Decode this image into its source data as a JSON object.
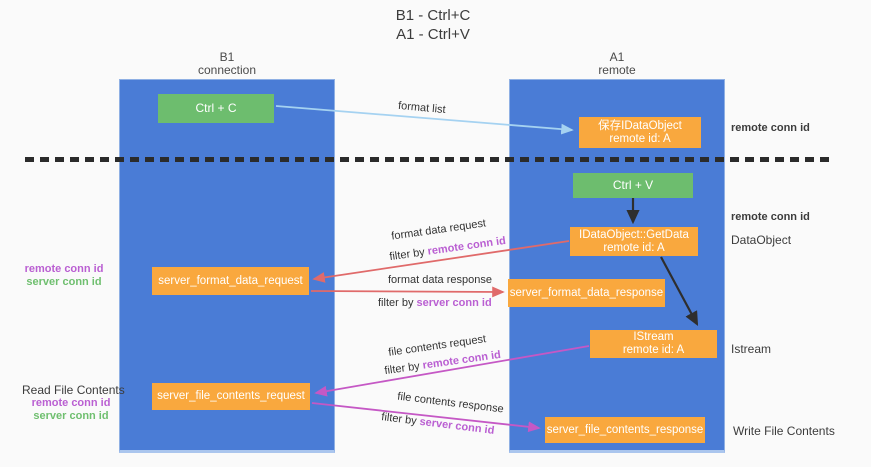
{
  "title": {
    "line1": "B1 - Ctrl+C",
    "line2": "A1 - Ctrl+V"
  },
  "columns": {
    "left": {
      "name": "B1",
      "role": "connection"
    },
    "right": {
      "name": "A1",
      "role": "remote"
    }
  },
  "nodes": {
    "ctrl_c": "Ctrl + C",
    "ctrl_v": "Ctrl + V",
    "save_idataobject": {
      "line1": "保存IDataObject",
      "line2": "remote id: A"
    },
    "getdata": {
      "line1": "IDataObject::GetData",
      "line2": "remote id: A"
    },
    "istream": {
      "line1": "IStream",
      "line2": "remote id: A"
    },
    "server_format_data_request": "server_format_data_request",
    "server_format_data_response": "server_format_data_response",
    "server_file_contents_request": "server_file_contents_request",
    "server_file_contents_response": "server_file_contents_response"
  },
  "edge_labels": {
    "format_list": "format list",
    "format_data_request": "format data request",
    "format_data_response": "format data response",
    "file_contents_request": "file contents request",
    "file_contents_response": "file contents response",
    "filter_by": "filter by",
    "remote_conn_id": "remote conn id",
    "server_conn_id": "server conn id"
  },
  "side_labels": {
    "remote_conn_id_top": "remote conn id",
    "remote_conn_id_mid": "remote conn id",
    "dataobject": "DataObject",
    "istream": "Istream",
    "write_file_contents": "Write File Contents",
    "read_file_contents": "Read File Contents",
    "left_remote_conn_id": "remote conn id",
    "left_server_conn_id": "server conn id",
    "left_remote_conn_id_bottom": "remote conn id",
    "left_server_conn_id_bottom": "server conn id"
  },
  "colors": {
    "background": "#fafafa",
    "column_blue": "#4a7cd6",
    "box_orange": "#f9a83e",
    "box_green": "#6dbd6e",
    "arrow_lightblue": "#a5d2f1",
    "arrow_black": "#2e2e2e",
    "arrow_red": "#e06a6a",
    "arrow_magenta": "#c558c5",
    "text_purple": "#ba5fd2",
    "text_green": "#6fbf6f",
    "dashed_divider": "#2b2b2b"
  }
}
